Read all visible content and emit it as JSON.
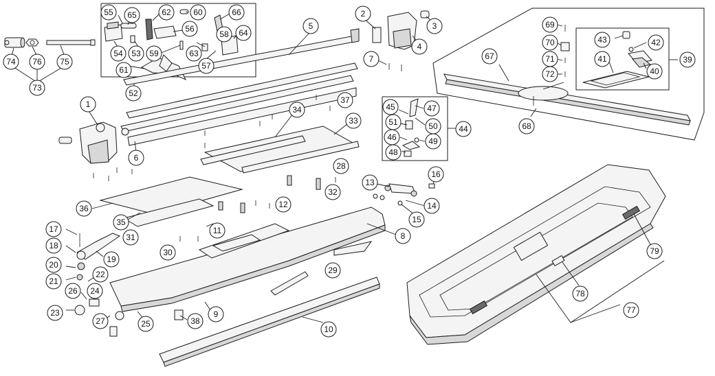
{
  "diagram": {
    "callouts": [
      "1",
      "2",
      "3",
      "4",
      "5",
      "6",
      "7",
      "8",
      "9",
      "10",
      "11",
      "12",
      "13",
      "14",
      "15",
      "16",
      "17",
      "18",
      "19",
      "20",
      "21",
      "22",
      "23",
      "24",
      "25",
      "26",
      "27",
      "28",
      "29",
      "30",
      "31",
      "32",
      "33",
      "34",
      "35",
      "36",
      "37",
      "38",
      "39",
      "40",
      "41",
      "42",
      "43",
      "44",
      "45",
      "46",
      "47",
      "48",
      "49",
      "50",
      "51",
      "52",
      "53",
      "54",
      "55",
      "56",
      "57",
      "58",
      "59",
      "60",
      "61",
      "62",
      "63",
      "64",
      "65",
      "66",
      "67",
      "68",
      "69",
      "70",
      "71",
      "72",
      "73",
      "74",
      "75",
      "76",
      "77",
      "78",
      "79"
    ],
    "highlighted_callout": "43",
    "colors": {
      "highlight": "#f7ea00",
      "line": "#1a1a1a",
      "fill_light": "#f4f4f4",
      "fill_mid": "#d8d8d8"
    }
  }
}
